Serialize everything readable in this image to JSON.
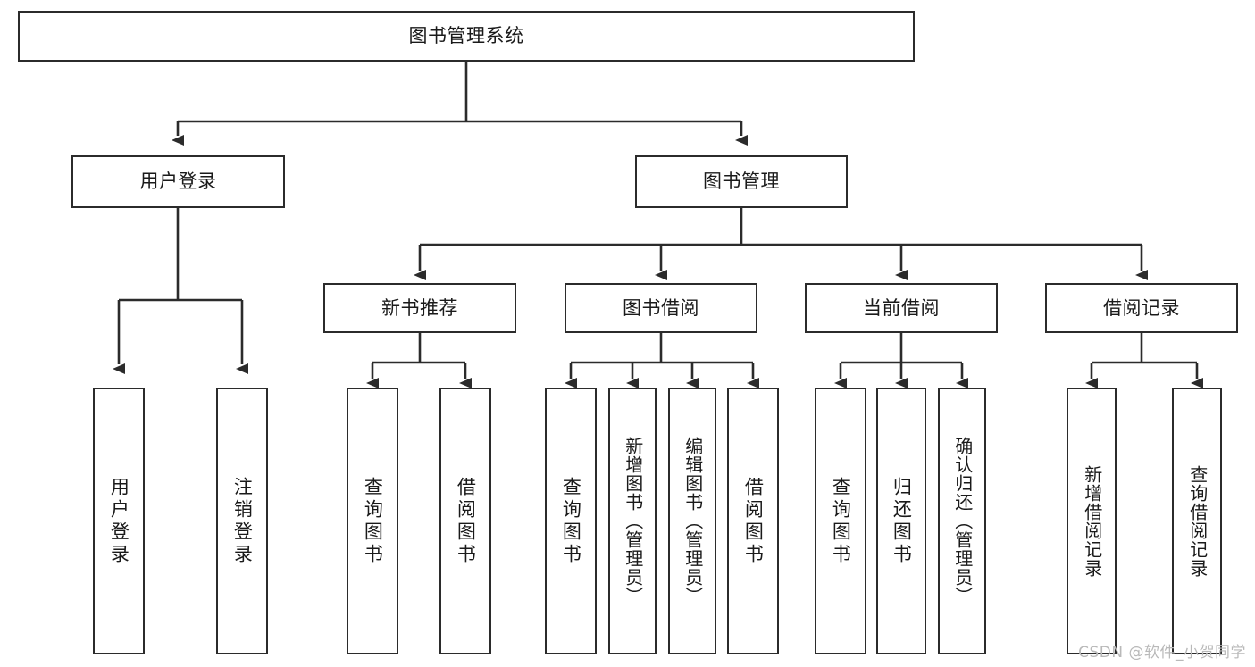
{
  "diagram": {
    "type": "tree-hierarchy",
    "title": "图书管理系统",
    "watermark": "CSDN @软件_小贺同学",
    "colors": {
      "box_border": "#2b2b2b",
      "box_fill": "#ffffff",
      "connector": "#2b2b2b",
      "text": "#1a1a1a",
      "watermark": "#b9b9b9",
      "background": "#ffffff"
    },
    "nodes": {
      "root": {
        "label": "图书管理系统",
        "level": 1,
        "orientation": "horizontal"
      },
      "user_login": {
        "label": "用户登录",
        "level": 2,
        "orientation": "horizontal"
      },
      "book_manage": {
        "label": "图书管理",
        "level": 2,
        "orientation": "horizontal"
      },
      "new_book_rec": {
        "label": "新书推荐",
        "level": 3,
        "orientation": "horizontal"
      },
      "book_borrow": {
        "label": "图书借阅",
        "level": 3,
        "orientation": "horizontal"
      },
      "current_borrow": {
        "label": "当前借阅",
        "level": 3,
        "orientation": "horizontal"
      },
      "borrow_record": {
        "label": "借阅记录",
        "level": 3,
        "orientation": "horizontal"
      },
      "leaf_user_login": {
        "label": "用户登录",
        "level": 4,
        "orientation": "vertical"
      },
      "leaf_logout": {
        "label": "注销登录",
        "level": 4,
        "orientation": "vertical"
      },
      "leaf_query_book_1": {
        "label": "查询图书",
        "level": 4,
        "orientation": "vertical"
      },
      "leaf_borrow_book_1": {
        "label": "借阅图书",
        "level": 4,
        "orientation": "vertical"
      },
      "leaf_query_book_2": {
        "label": "查询图书",
        "level": 4,
        "orientation": "vertical"
      },
      "leaf_add_book": {
        "label": "新增图书（管理员）",
        "level": 4,
        "orientation": "vertical"
      },
      "leaf_edit_book": {
        "label": "编辑图书（管理员）",
        "level": 4,
        "orientation": "vertical"
      },
      "leaf_borrow_book_2": {
        "label": "借阅图书",
        "level": 4,
        "orientation": "vertical"
      },
      "leaf_query_book_3": {
        "label": "查询图书",
        "level": 4,
        "orientation": "vertical"
      },
      "leaf_return_book": {
        "label": "归还图书",
        "level": 4,
        "orientation": "vertical"
      },
      "leaf_confirm_return": {
        "label": "确认归还（管理员）",
        "level": 4,
        "orientation": "vertical"
      },
      "leaf_add_record": {
        "label": "新增借阅记录",
        "level": 4,
        "orientation": "vertical"
      },
      "leaf_query_record": {
        "label": "查询借阅记录",
        "level": 4,
        "orientation": "vertical"
      }
    },
    "edges": [
      {
        "from": "root",
        "to": "user_login"
      },
      {
        "from": "root",
        "to": "book_manage"
      },
      {
        "from": "user_login",
        "to": "leaf_user_login"
      },
      {
        "from": "user_login",
        "to": "leaf_logout"
      },
      {
        "from": "book_manage",
        "to": "new_book_rec"
      },
      {
        "from": "book_manage",
        "to": "book_borrow"
      },
      {
        "from": "book_manage",
        "to": "current_borrow"
      },
      {
        "from": "book_manage",
        "to": "borrow_record"
      },
      {
        "from": "new_book_rec",
        "to": "leaf_query_book_1"
      },
      {
        "from": "new_book_rec",
        "to": "leaf_borrow_book_1"
      },
      {
        "from": "book_borrow",
        "to": "leaf_query_book_2"
      },
      {
        "from": "book_borrow",
        "to": "leaf_add_book"
      },
      {
        "from": "book_borrow",
        "to": "leaf_edit_book"
      },
      {
        "from": "book_borrow",
        "to": "leaf_borrow_book_2"
      },
      {
        "from": "current_borrow",
        "to": "leaf_query_book_3"
      },
      {
        "from": "current_borrow",
        "to": "leaf_return_book"
      },
      {
        "from": "current_borrow",
        "to": "leaf_confirm_return"
      },
      {
        "from": "borrow_record",
        "to": "leaf_add_record"
      },
      {
        "from": "borrow_record",
        "to": "leaf_query_record"
      }
    ]
  }
}
